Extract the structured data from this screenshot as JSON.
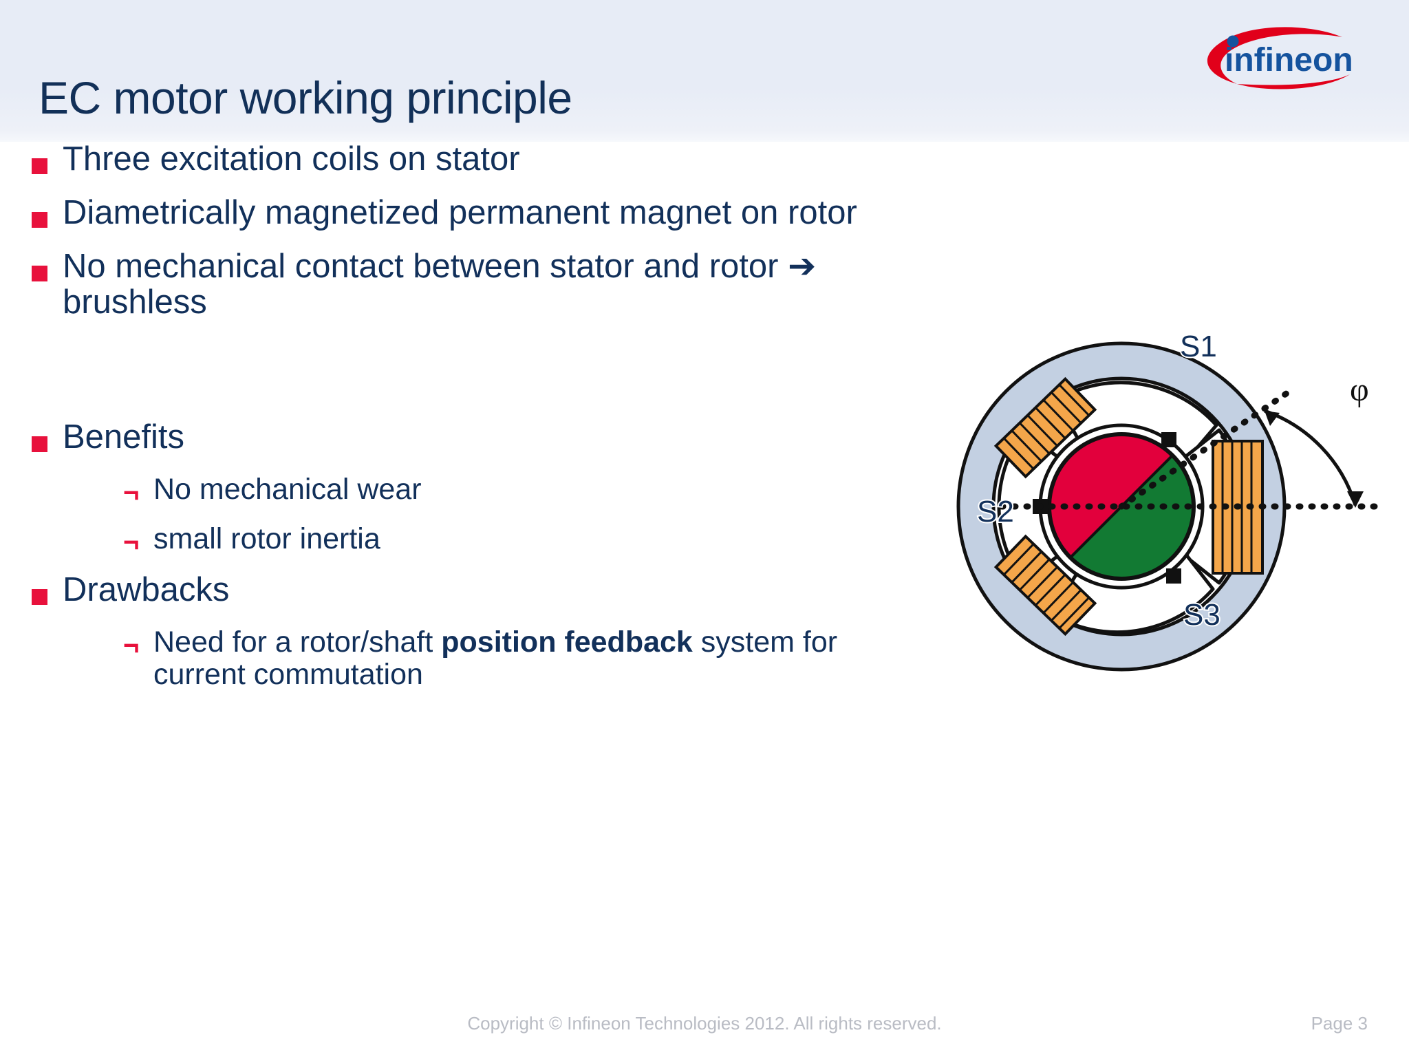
{
  "slide": {
    "title": "EC motor working principle",
    "brand": "infineon",
    "colors": {
      "header_band": "#e7ecf6",
      "title_text": "#123058",
      "bullet_marker": "#e8113c",
      "body_text": "#12305a",
      "footer_text": "#b9bcc4",
      "logo_blue": "#15539e",
      "logo_red": "#e1001a",
      "rotor_north": "#e2003c",
      "rotor_south": "#127a33",
      "coil_copper": "#f4a64a",
      "housing_blue": "#c3d0e2"
    }
  },
  "bullets": [
    {
      "level": 1,
      "text": "Three excitation coils on stator"
    },
    {
      "level": 1,
      "text": "Diametrically magnetized permanent magnet on rotor"
    },
    {
      "level": 1,
      "text": "No mechanical contact between stator and rotor ➔ brushless"
    },
    {
      "level": 1,
      "text": "Benefits"
    },
    {
      "level": 2,
      "text": "No mechanical wear"
    },
    {
      "level": 2,
      "text": "small rotor inertia"
    },
    {
      "level": 1,
      "text": "Drawbacks"
    },
    {
      "level": 2,
      "text": "Need for a rotor/shaft position feedback system for current commutation",
      "rich": [
        {
          "t": "Need for a rotor/shaft ",
          "bold": false
        },
        {
          "t": "position feedback",
          "bold": true
        },
        {
          "t": " system for current commutation",
          "bold": false
        }
      ]
    }
  ],
  "diagram": {
    "name": "ec-motor-cross-section",
    "labels": {
      "sensor1": "S1",
      "sensor2": "S2",
      "sensor3": "S3",
      "angle": "φ"
    },
    "description": "Cross section of a brushless EC motor: blue-grey housing ring, three white stator poles with orange copper coil windings, diametrically magnetized rotor shown as a circle split diagonally into red (north) and green (south) halves, three black hall sensors labelled S1, S2, S3, dotted reference axis and rotor axis with an arc arrow marking the angle phi."
  },
  "footer": {
    "copyright": "Copyright © Infineon Technologies 2012. All rights reserved.",
    "page": "Page 3"
  }
}
